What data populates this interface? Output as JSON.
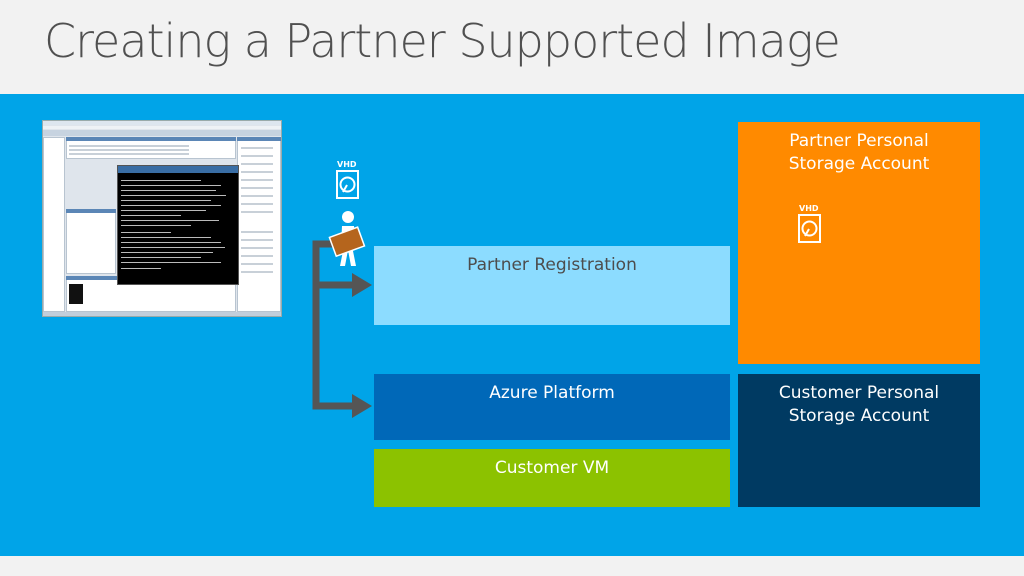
{
  "title": "Creating a Partner Supported Image",
  "boxes": {
    "partner_registration": "Partner Registration",
    "azure_platform": "Azure Platform",
    "customer_vm": "Customer VM",
    "partner_storage": "Partner Personal Storage Account",
    "customer_storage": "Customer Personal Storage Account"
  },
  "icons": {
    "vhd_label": "VHD",
    "person": "person-carrying-box-icon",
    "disk": "vhd-disk-icon"
  },
  "colors": {
    "background_band": "#00a4e8",
    "partner_registration": "#8cdcff",
    "azure_platform": "#0068b8",
    "customer_vm": "#8cc200",
    "partner_storage": "#ff8a00",
    "customer_storage": "#003a62",
    "arrow": "#555555",
    "box_carried": "#b5651d"
  }
}
